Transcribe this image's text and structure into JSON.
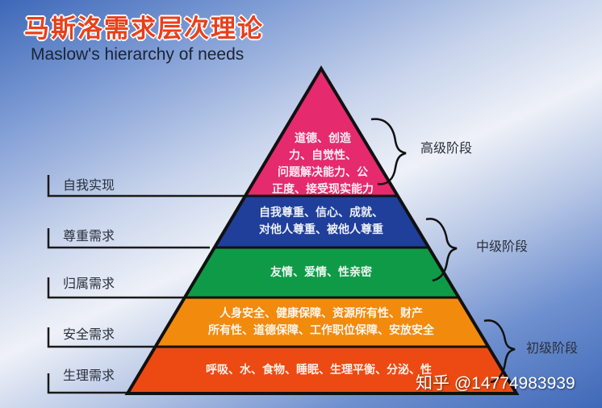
{
  "header": {
    "title_cn": "马斯洛需求层次理论",
    "title_en": "Maslow's hierarchy of needs"
  },
  "colors": {
    "title": "#e8401c",
    "layer_self_actualization": "#e52a6e",
    "layer_esteem": "#1f3f9a",
    "layer_belonging": "#0f9a47",
    "layer_safety": "#f28a0d",
    "layer_physiological": "#ec4a12",
    "outline": "#111111"
  },
  "pyramid": {
    "layers": [
      {
        "need": "自我实现",
        "description_lines": [
          "道德、创造",
          "力、自觉性、",
          "问题解决能力、公",
          "正度、接受现实能力"
        ]
      },
      {
        "need": "尊重需求",
        "description_lines": [
          "自我尊重、信心、成就、",
          "对他人尊重、被他人尊重"
        ]
      },
      {
        "need": "归属需求",
        "description_lines": [
          "友情、爱情、性亲密"
        ]
      },
      {
        "need": "安全需求",
        "description_lines": [
          "人身安全、健康保障、资源所有性、财产",
          "所有性、道德保障、工作职位保障、安放安全"
        ]
      },
      {
        "need": "生理需求",
        "description_lines": [
          "呼吸、水、食物、睡眠、生理平衡、分泌、性"
        ]
      }
    ]
  },
  "stages": [
    {
      "label": "高级阶段"
    },
    {
      "label": "中级阶段"
    },
    {
      "label": "初级阶段"
    }
  ],
  "watermark": "知乎 @14774983939"
}
